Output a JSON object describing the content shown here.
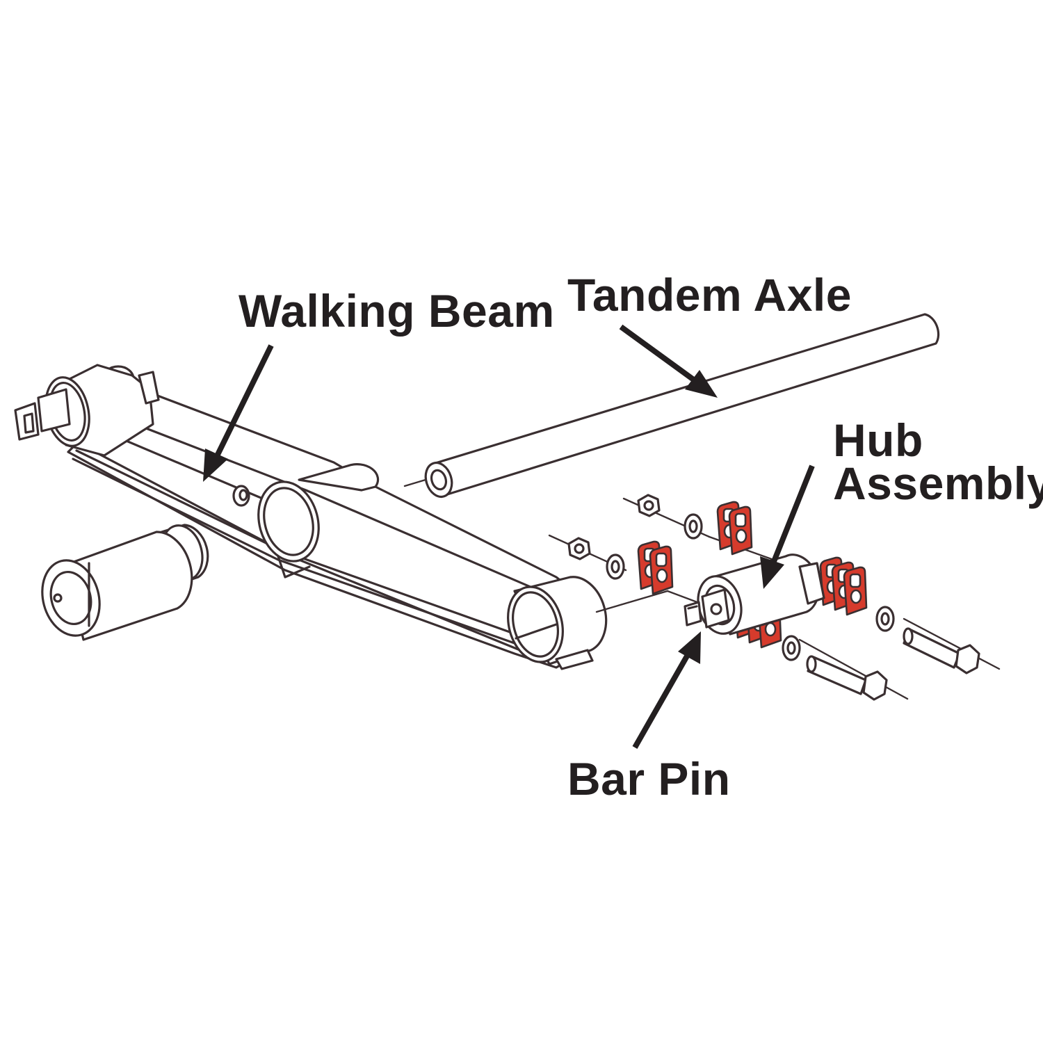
{
  "labels": {
    "walking_beam": "Walking Beam",
    "tandem_axle": "Tandem Axle",
    "hub_assembly_line1": "Hub",
    "hub_assembly_line2": "Assembly",
    "bar_pin": "Bar Pin"
  },
  "colors": {
    "outline": "#3a2f31",
    "text": "#231f20",
    "shim_red": "#d63b2c",
    "background": "#ffffff"
  }
}
